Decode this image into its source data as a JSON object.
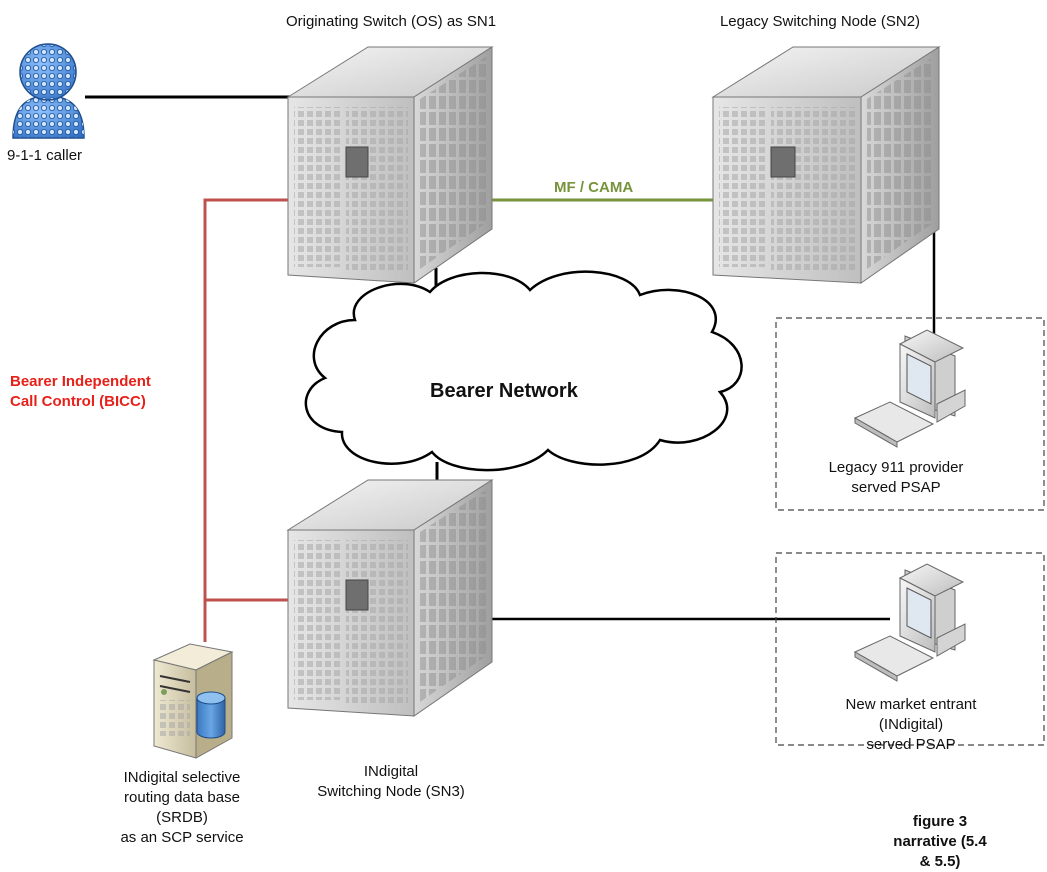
{
  "nodes": {
    "sn1_label": "Originating Switch (OS) as SN1",
    "sn2_label": "Legacy Switching Node (SN2)",
    "sn3_label": "INdigital\nSwitching Node (SN3)",
    "caller_label": "9-1-1 caller",
    "srdb_label": "INdigital selective\nrouting data base\n(SRDB)\nas an SCP service",
    "psap_legacy_label": "Legacy 911 provider\nserved PSAP",
    "psap_new_label": "New market entrant (INdigital)\nserved PSAP",
    "cloud_label": "Bearer Network"
  },
  "links": {
    "mf_cama": "MF / CAMA",
    "bicc": "Bearer Independent\nCall Control (BICC)"
  },
  "caption": "figure 3\nnarrative (5.4 & 5.5)",
  "colors": {
    "bicc_line": "#c0504d",
    "bicc_text": "#e8201a",
    "mf_line": "#77933c",
    "mf_text": "#77933c",
    "black_line": "#000000"
  }
}
